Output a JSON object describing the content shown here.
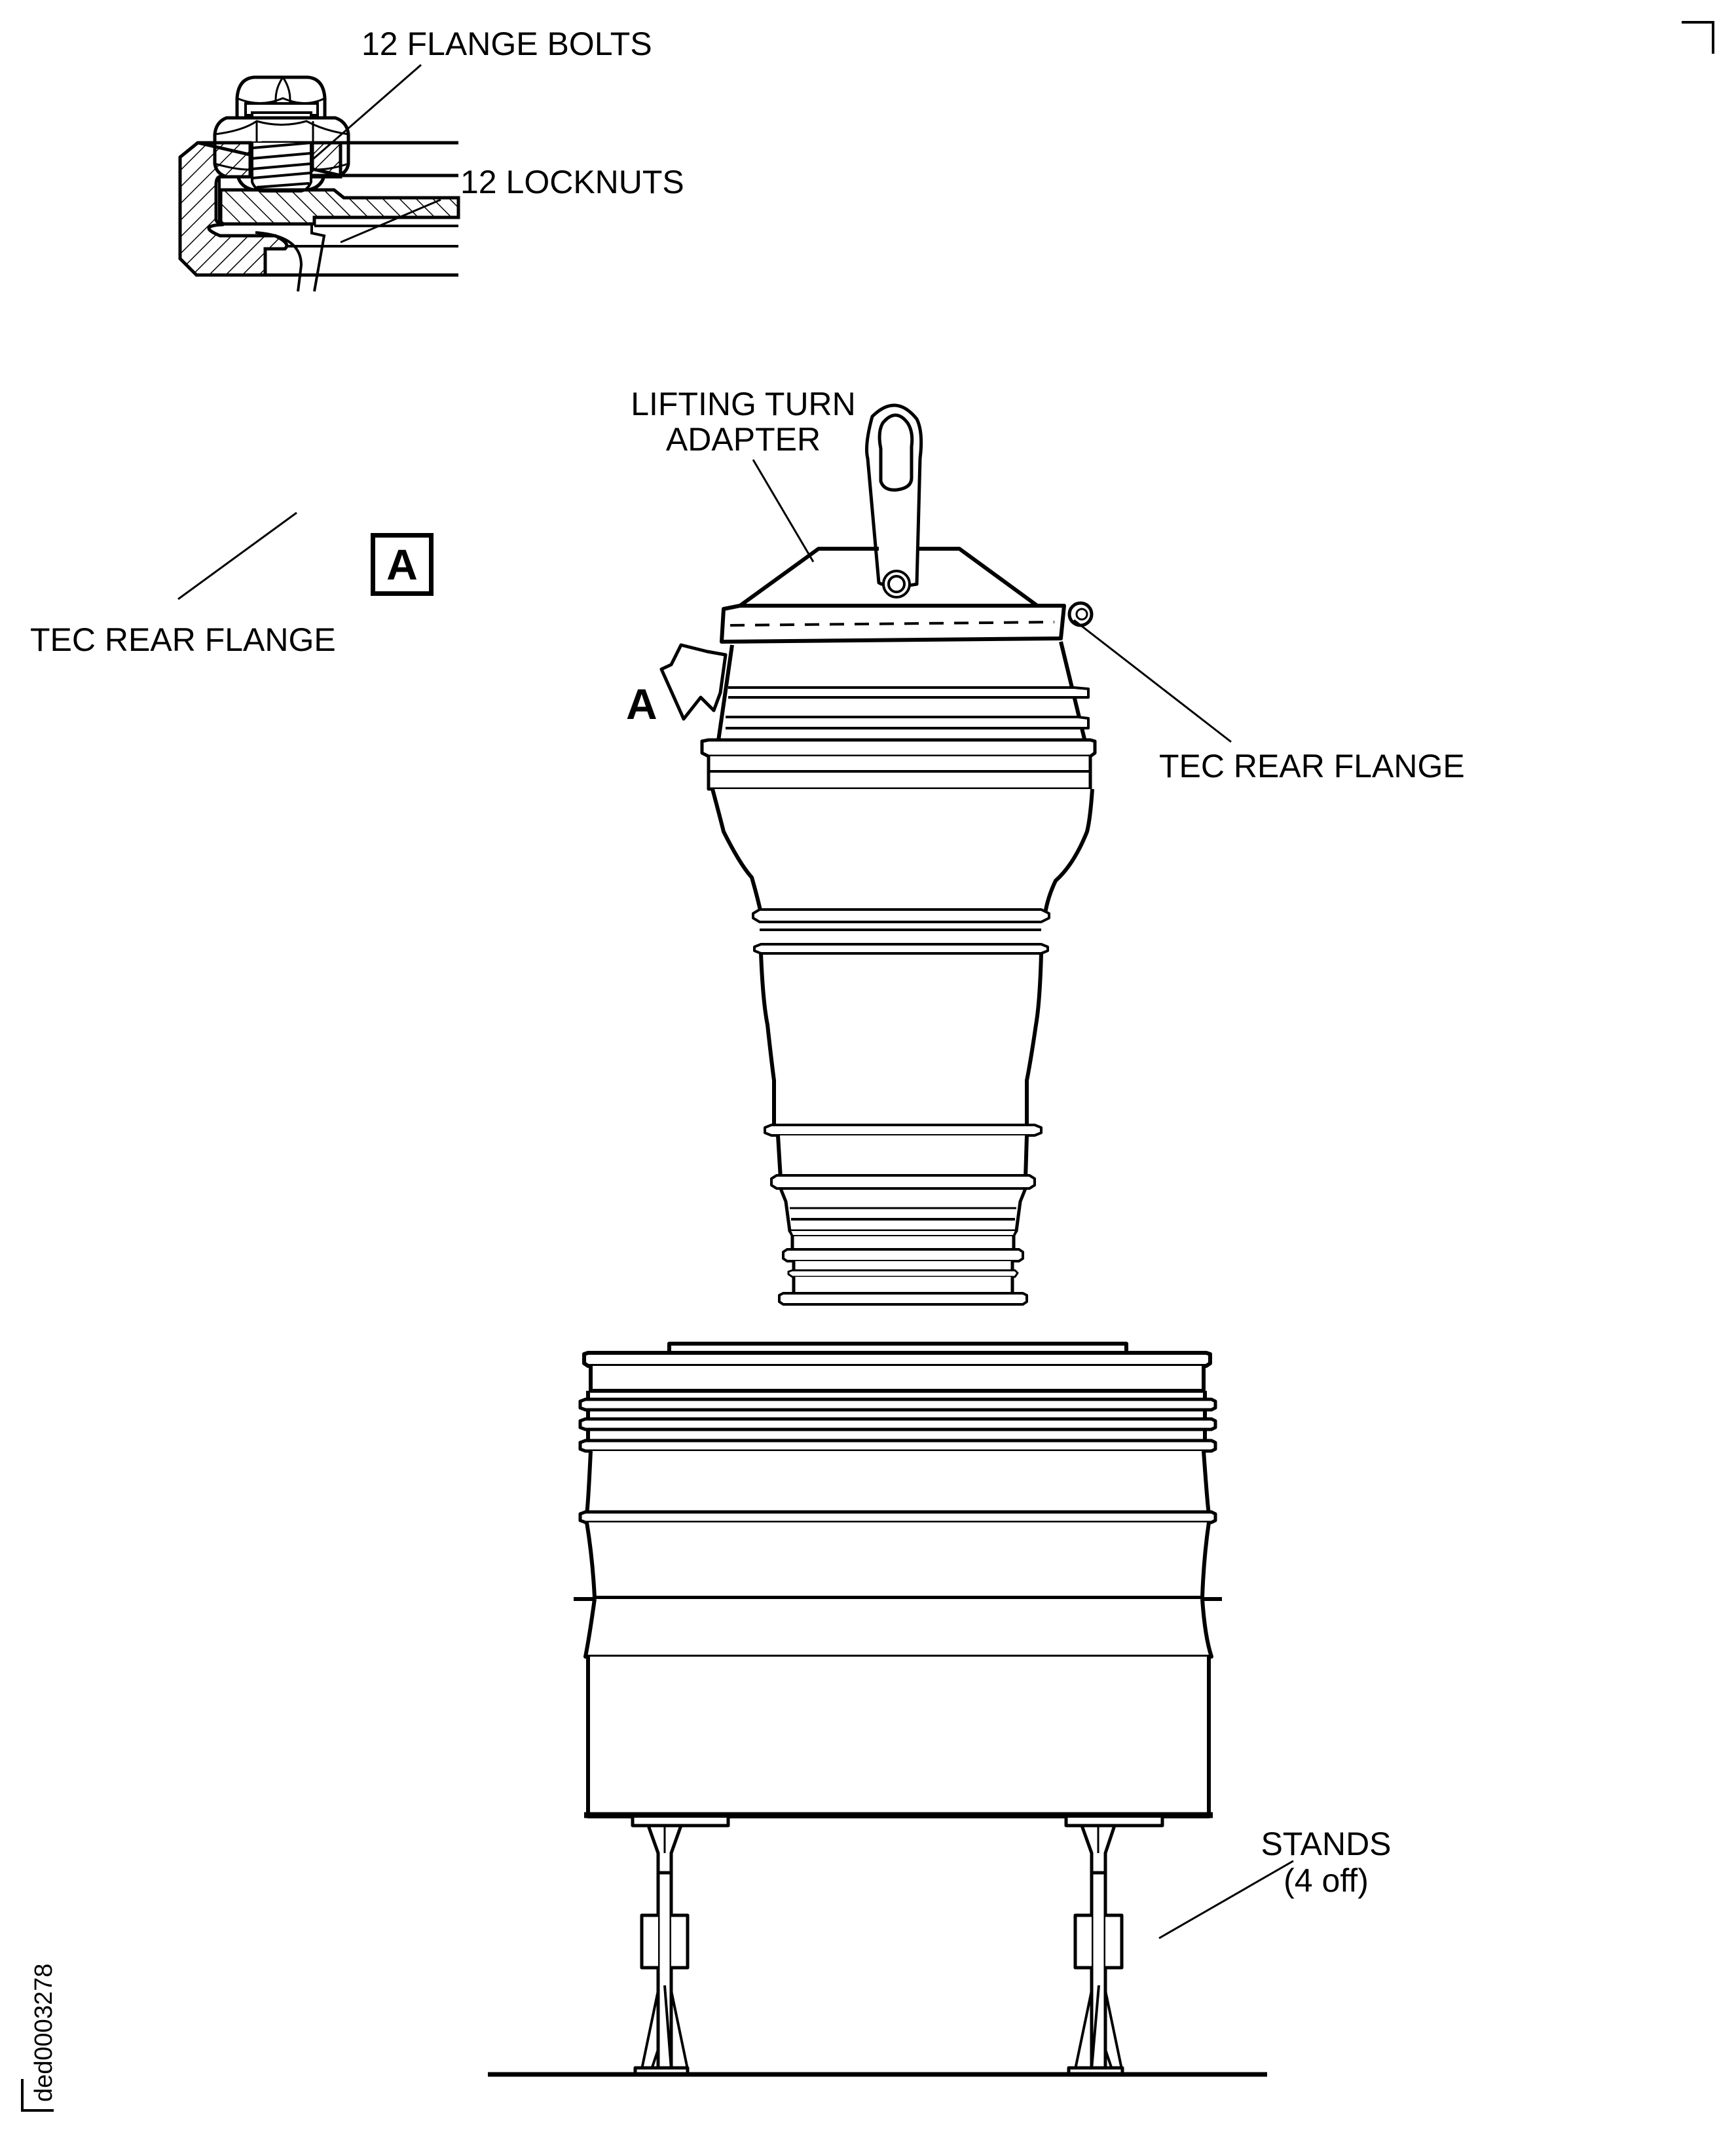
{
  "figure": {
    "id": "ded0003278",
    "description": "Engine installed on stands with lifting turn adapter attached at TEC rear flange; detail A shows flange bolt and locknut section"
  },
  "labels": {
    "flange_bolts": "12 FLANGE BOLTS",
    "locknuts": "12 LOCKNUTS",
    "tec_rear_flange_detail": "TEC REAR FLANGE",
    "lifting_turn_adapter_line1": "LIFTING TURN",
    "lifting_turn_adapter_line2": "ADAPTER",
    "tec_rear_flange_main": "TEC REAR FLANGE",
    "stands_line1": "STANDS",
    "stands_line2": "(4 off)"
  },
  "detail_view": {
    "callout_letter": "A",
    "view_arrow_letter": "A"
  },
  "colors": {
    "ink": "#000000",
    "paper": "#ffffff"
  }
}
